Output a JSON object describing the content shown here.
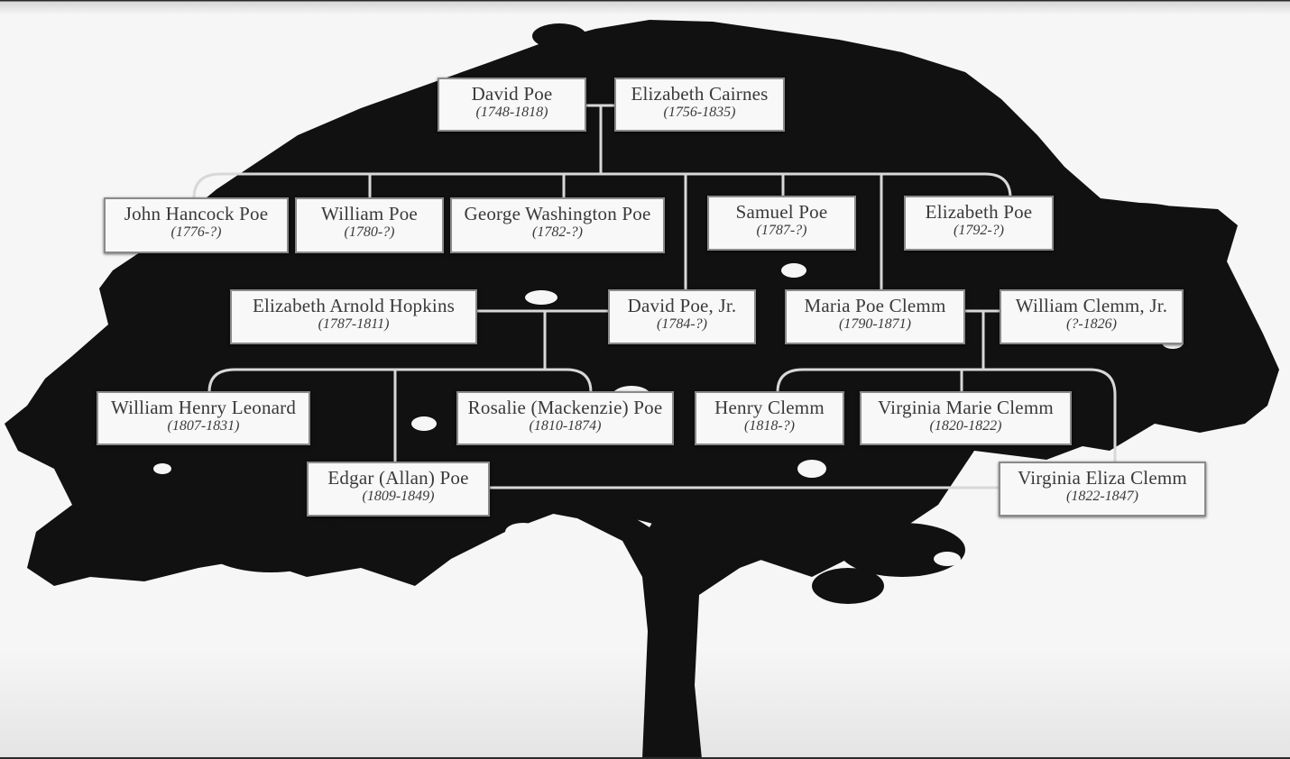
{
  "diagram": {
    "type": "family-tree",
    "colors": {
      "background": "#f6f6f6",
      "tree_silhouette": "#111111",
      "box_fill": "#f8f8f8",
      "box_border": "#8a8a8a",
      "connector": "#d8d8d8",
      "text": "#3a3a3a"
    }
  },
  "people": {
    "david_poe": {
      "name": "David Poe",
      "dates": "(1748-1818)"
    },
    "elizabeth_cairnes": {
      "name": "Elizabeth Cairnes",
      "dates": "(1756-1835)"
    },
    "john_hancock_poe": {
      "name": "John Hancock Poe",
      "dates": "(1776-?)"
    },
    "william_poe": {
      "name": "William Poe",
      "dates": "(1780-?)"
    },
    "george_washington_poe": {
      "name": "George Washington Poe",
      "dates": "(1782-?)"
    },
    "samuel_poe": {
      "name": "Samuel Poe",
      "dates": "(1787-?)"
    },
    "elizabeth_poe": {
      "name": "Elizabeth Poe",
      "dates": "(1792-?)"
    },
    "elizabeth_arnold_hopkins": {
      "name": "Elizabeth Arnold Hopkins",
      "dates": "(1787-1811)"
    },
    "david_poe_jr": {
      "name": "David Poe, Jr.",
      "dates": "(1784-?)"
    },
    "maria_poe_clemm": {
      "name": "Maria Poe Clemm",
      "dates": "(1790-1871)"
    },
    "william_clemm_jr": {
      "name": "William Clemm, Jr.",
      "dates": "(?-1826)"
    },
    "william_henry_leonard": {
      "name": "William Henry Leonard",
      "dates": "(1807-1831)"
    },
    "rosalie_poe": {
      "name": "Rosalie (Mackenzie) Poe",
      "dates": "(1810-1874)"
    },
    "henry_clemm": {
      "name": "Henry Clemm",
      "dates": "(1818-?)"
    },
    "virginia_marie_clemm": {
      "name": "Virginia Marie Clemm",
      "dates": "(1820-1822)"
    },
    "edgar_allan_poe": {
      "name": "Edgar (Allan) Poe",
      "dates": "(1809-1849)"
    },
    "virginia_eliza_clemm": {
      "name": "Virginia Eliza Clemm",
      "dates": "(1822-1847)"
    }
  },
  "relationships": [
    {
      "type": "spouses",
      "a": "David Poe",
      "b": "Elizabeth Cairnes"
    },
    {
      "type": "children",
      "parents": [
        "David Poe",
        "Elizabeth Cairnes"
      ],
      "children": [
        "John Hancock Poe",
        "William Poe",
        "George Washington Poe",
        "David Poe, Jr.",
        "Samuel Poe",
        "Maria Poe Clemm",
        "Elizabeth Poe"
      ]
    },
    {
      "type": "spouses",
      "a": "Elizabeth Arnold Hopkins",
      "b": "David Poe, Jr."
    },
    {
      "type": "children",
      "parents": [
        "Elizabeth Arnold Hopkins",
        "David Poe, Jr."
      ],
      "children": [
        "William Henry Leonard",
        "Edgar (Allan) Poe",
        "Rosalie (Mackenzie) Poe"
      ]
    },
    {
      "type": "spouses",
      "a": "Maria Poe Clemm",
      "b": "William Clemm, Jr."
    },
    {
      "type": "children",
      "parents": [
        "Maria Poe Clemm",
        "William Clemm, Jr."
      ],
      "children": [
        "Henry Clemm",
        "Virginia Marie Clemm",
        "Virginia Eliza Clemm"
      ]
    },
    {
      "type": "spouses",
      "a": "Edgar (Allan) Poe",
      "b": "Virginia Eliza Clemm"
    }
  ]
}
